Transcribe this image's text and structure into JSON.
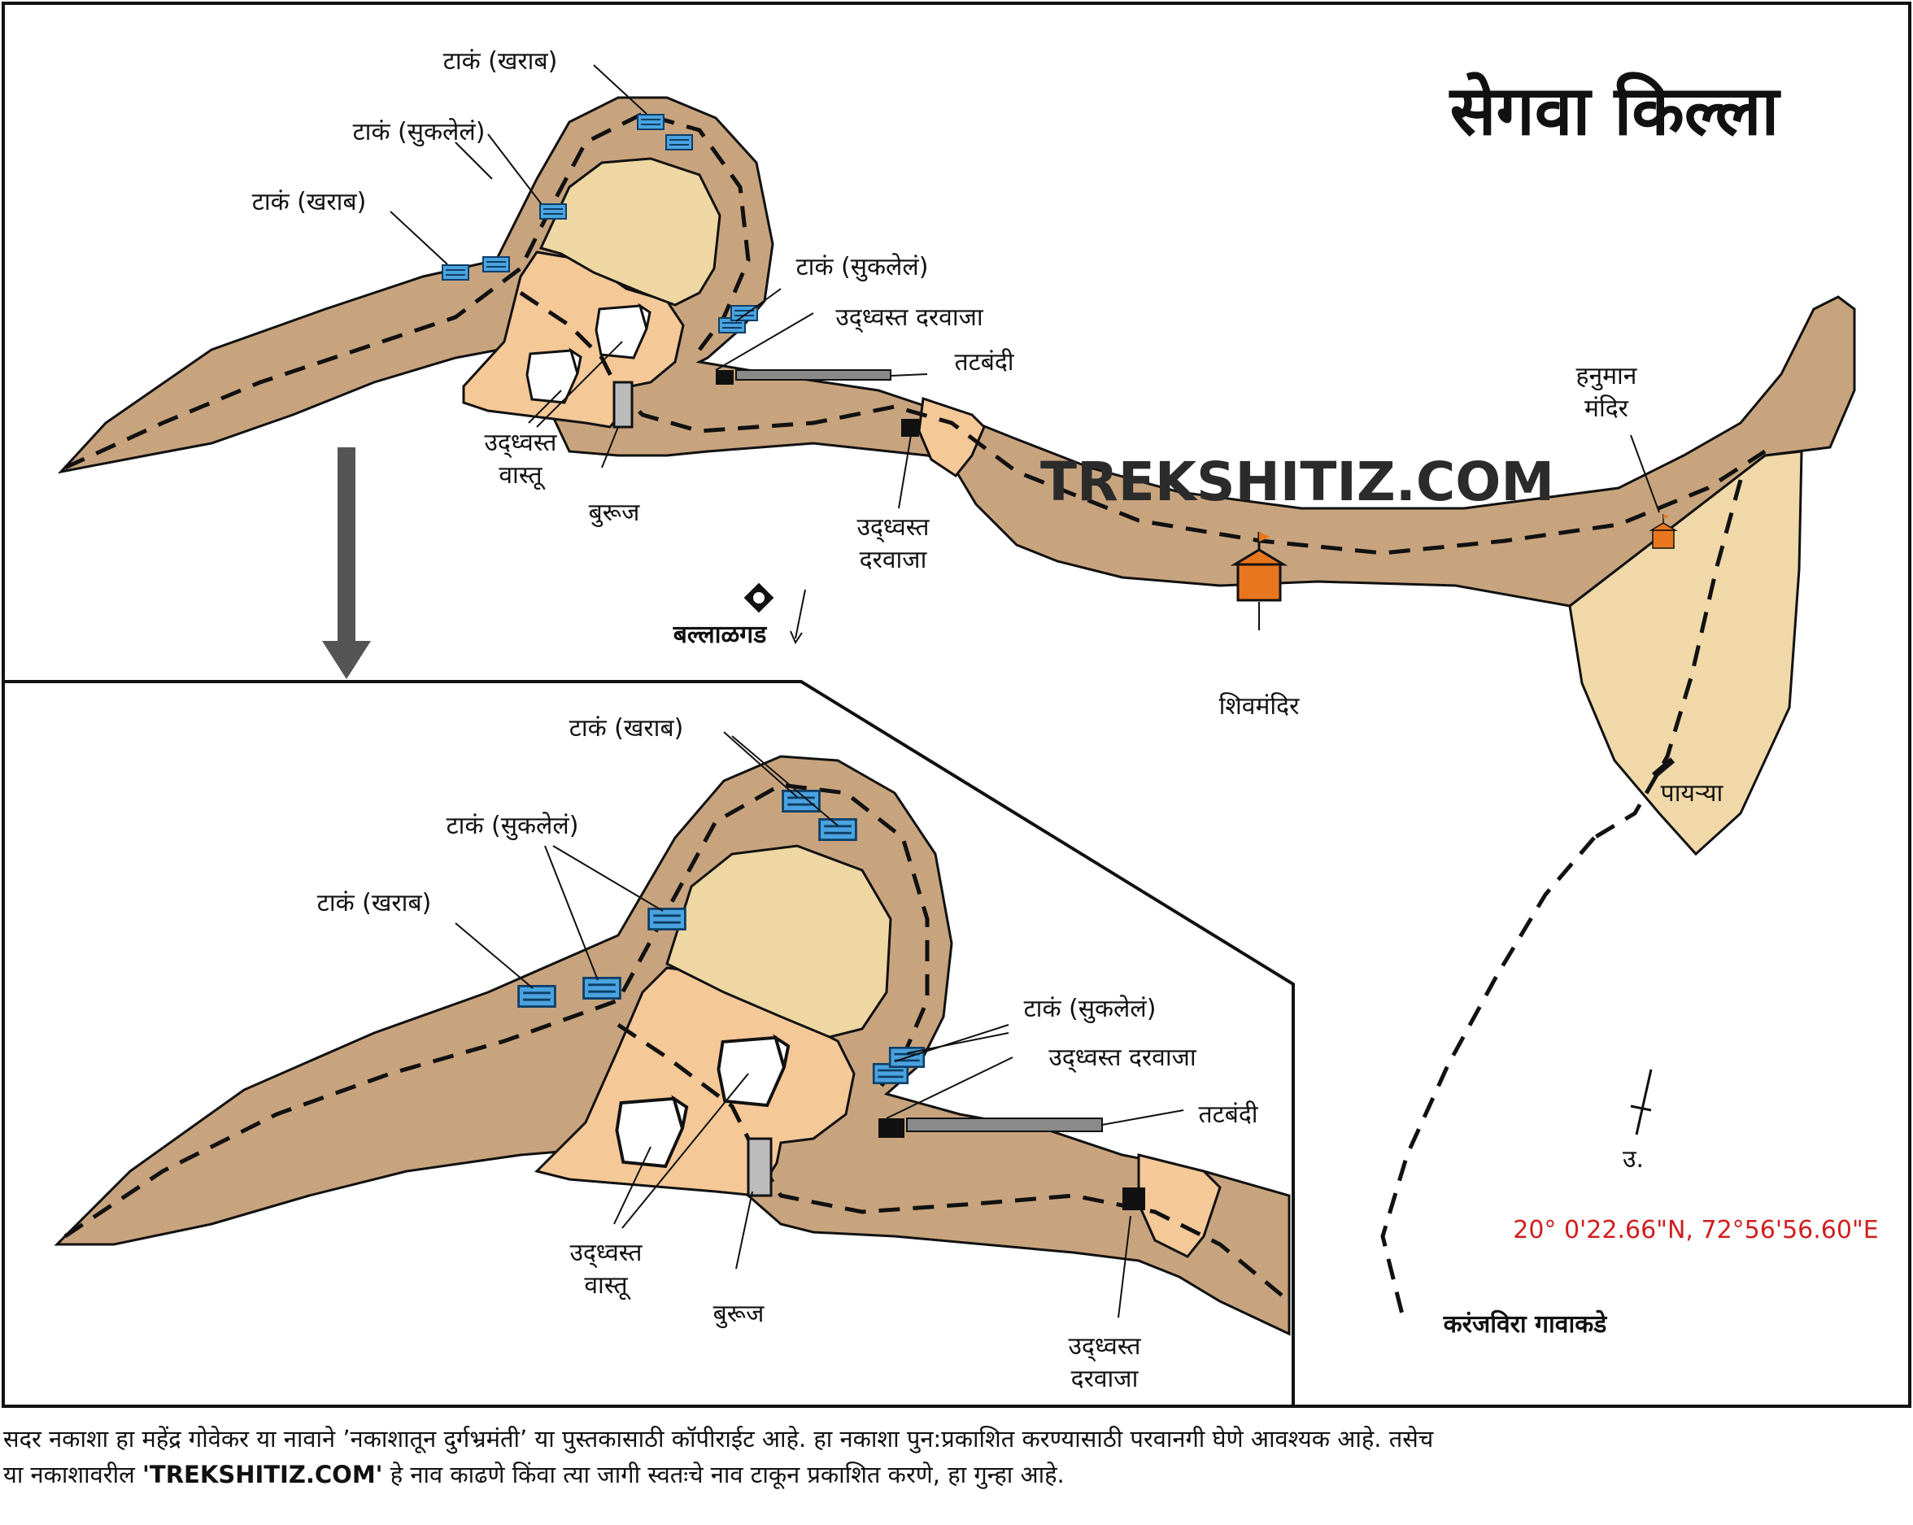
{
  "title": "सेगवा किल्ला",
  "watermark": "TREKSHITIZ.COM",
  "coordinates": "20° 0'22.66\"N,  72°56'56.60\"E",
  "north_label": "उ.",
  "labels": {
    "tank_bad": "टाकं (खराब)",
    "tank_dry": "टाकं (सुकलेलं)",
    "ruined_gate": "उद्ध्वस्त दरवाजा",
    "ruined_gate_l1": "उद्ध्वस्त",
    "ruined_gate_l2": "दरवाजा",
    "rampart": "तटबंदी",
    "ruined_structure_l1": "उद्ध्वस्त",
    "ruined_structure_l2": "वास्तू",
    "bastion": "बुरूज",
    "hanuman_l1": "हनुमान",
    "hanuman_l2": "मंदिर",
    "shiv_temple": "शिवमंदिर",
    "steps": "पायऱ्या",
    "ballalgad": "बल्लाळगड",
    "karanjvira": "करंजविरा गावाकडे"
  },
  "footer": {
    "line1": "सदर नकाशा हा महेंद्र गोवेकर या नावाने ’नकाशातून दुर्गभ्रमंती’ या पुस्तकासाठी कॉपीराईट आहे. हा नकाशा पुन:प्रकाशित करण्यासाठी परवानगी घेणे आवश्यक आहे. तसेच",
    "line2_pre": "या नकाशावरील ",
    "line2_bold": "'TREKSHITIZ.COM'",
    "line2_post": " हे नाव काढणे किंवा त्या जागी स्वतःचे नाव टाकून प्रकाशित करणे, हा गुन्हा आहे."
  },
  "colors": {
    "hill": "#c8a47e",
    "inner_terrace": "#f5c898",
    "summit": "#eed7a2",
    "south_slope": "#f0d8a8",
    "tank": "#4aa3df",
    "temple": "#e8761f",
    "coordinate_text": "#d01f1f"
  }
}
